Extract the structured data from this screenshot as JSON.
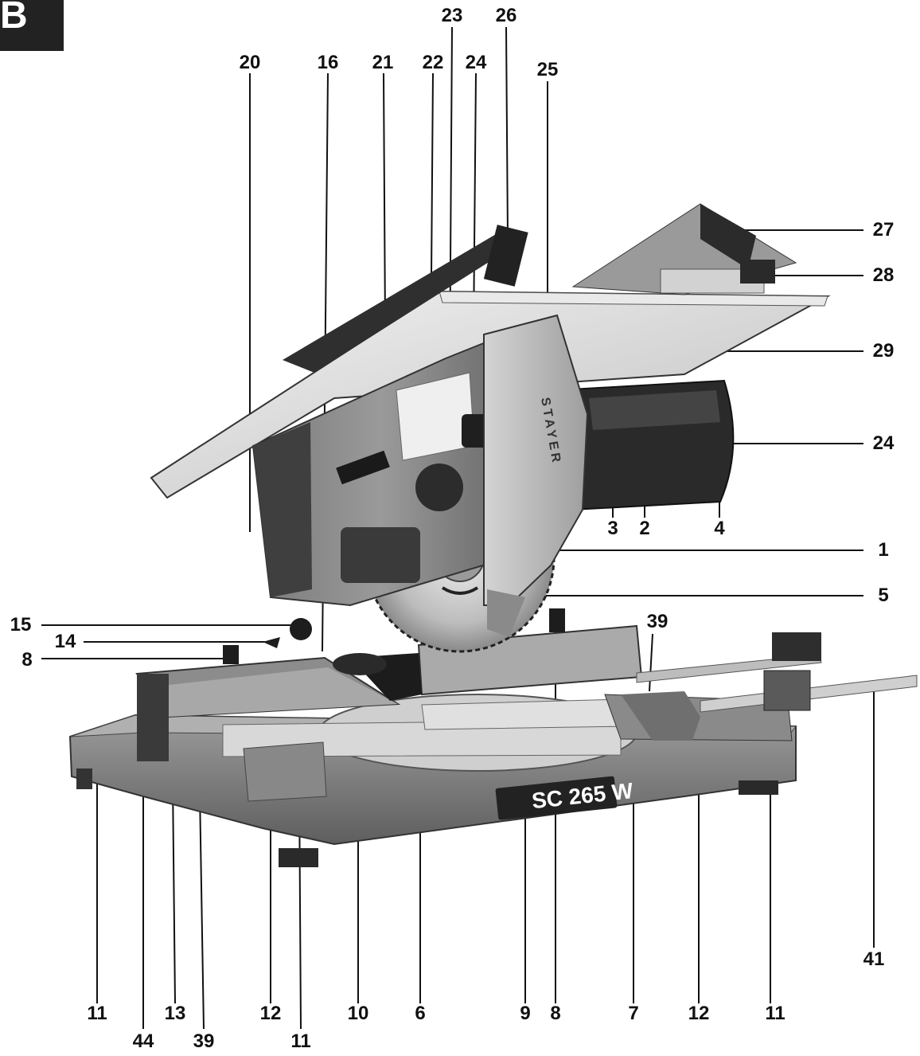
{
  "corner_tab": {
    "letter": "B"
  },
  "product_label": "SC 265 W",
  "brand": "STAYER",
  "callouts": {
    "c23": "23",
    "c26": "26",
    "c20": "20",
    "c16": "16",
    "c21": "21",
    "c22": "22",
    "c24_top": "24",
    "c25": "25",
    "c27": "27",
    "c28": "28",
    "c29": "29",
    "c24_right": "24",
    "c3": "3",
    "c2": "2",
    "c4": "4",
    "c1": "1",
    "c5": "5",
    "c15": "15",
    "c14": "14",
    "c8_left": "8",
    "c39_right": "39",
    "c41": "41",
    "c11_a": "11",
    "c13": "13",
    "c12_a": "12",
    "c10": "10",
    "c6": "6",
    "c9": "9",
    "c8_bottom": "8",
    "c7": "7",
    "c12_b": "12",
    "c11_c": "11",
    "c44": "44",
    "c39_bottom": "39",
    "c11_b": "11"
  }
}
